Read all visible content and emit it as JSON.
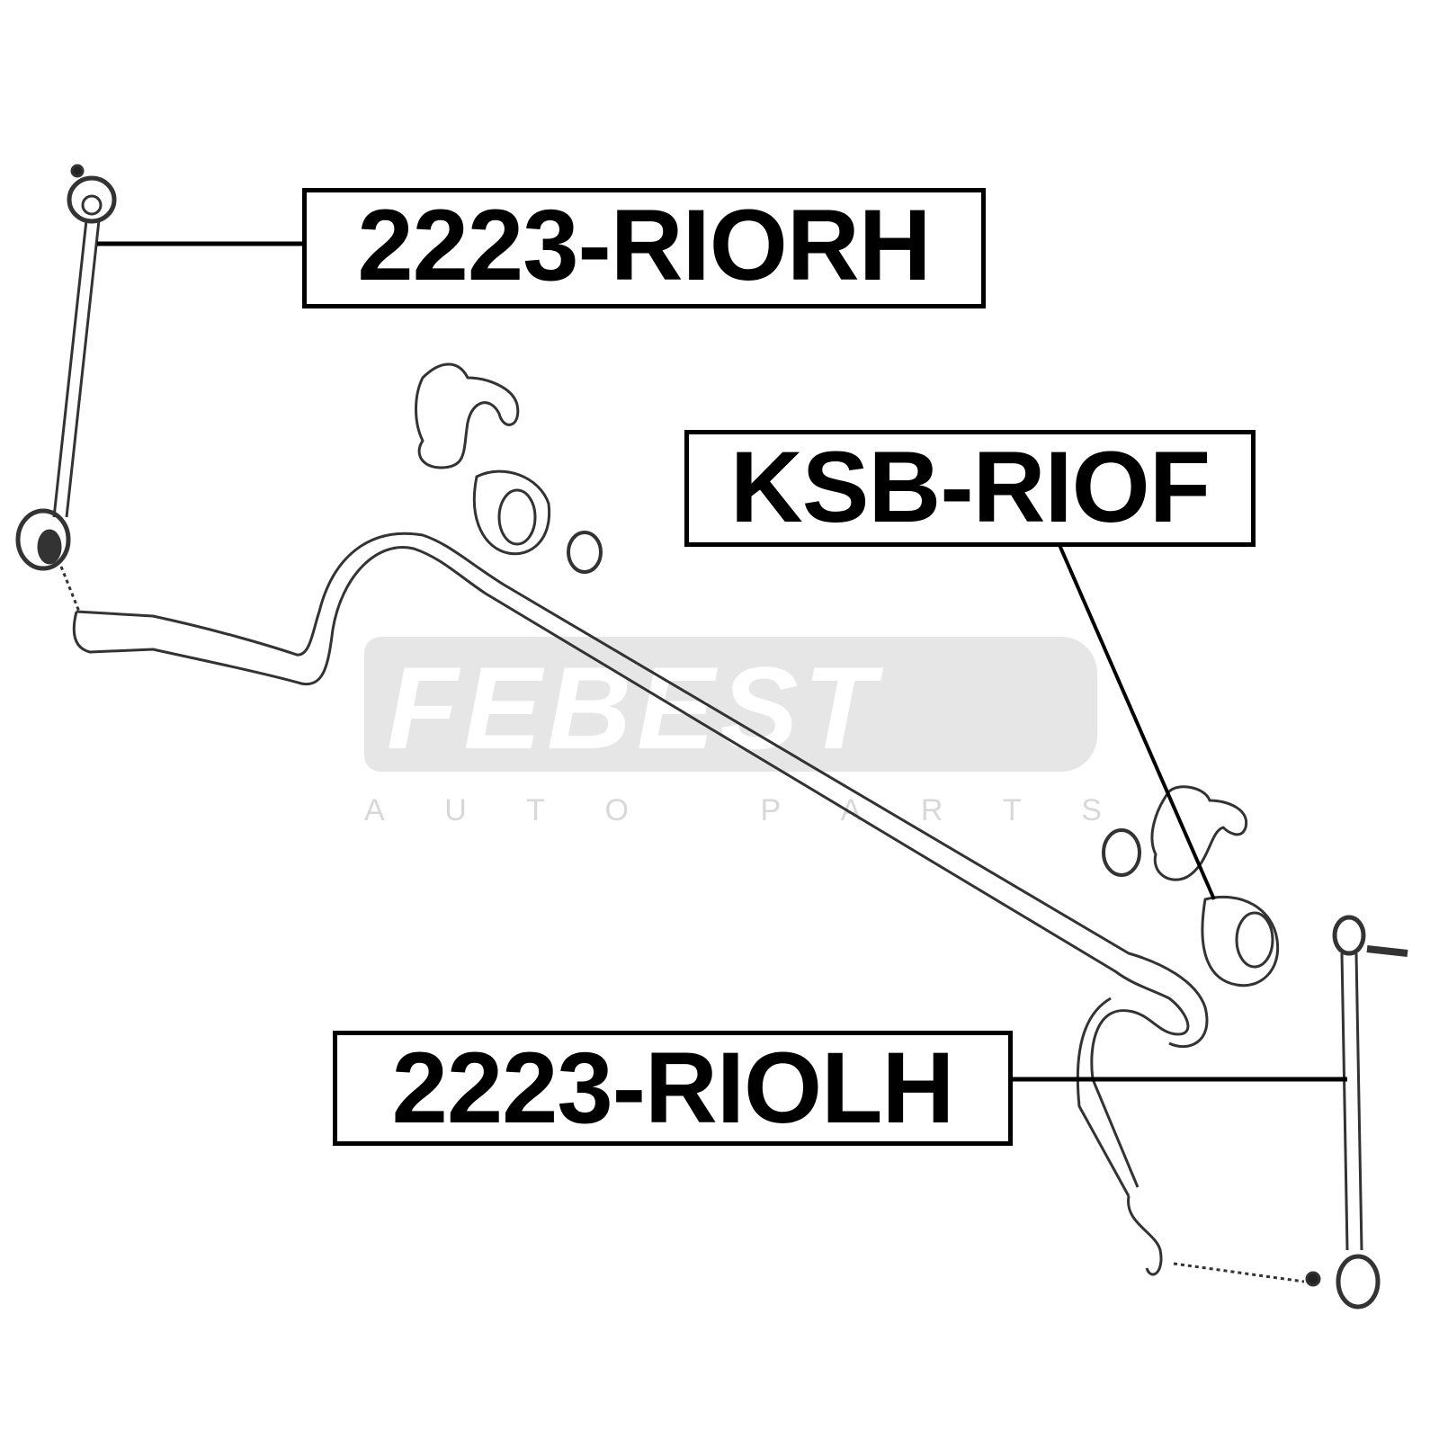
{
  "labels": {
    "top": "2223-RIORH",
    "middle": "KSB-RIOF",
    "bottom": "2223-RIOLH"
  },
  "watermark": {
    "brand": "FEBEST",
    "tagline": [
      "A",
      "U",
      "T",
      "O",
      "P",
      "A",
      "R",
      "T",
      "S"
    ]
  }
}
